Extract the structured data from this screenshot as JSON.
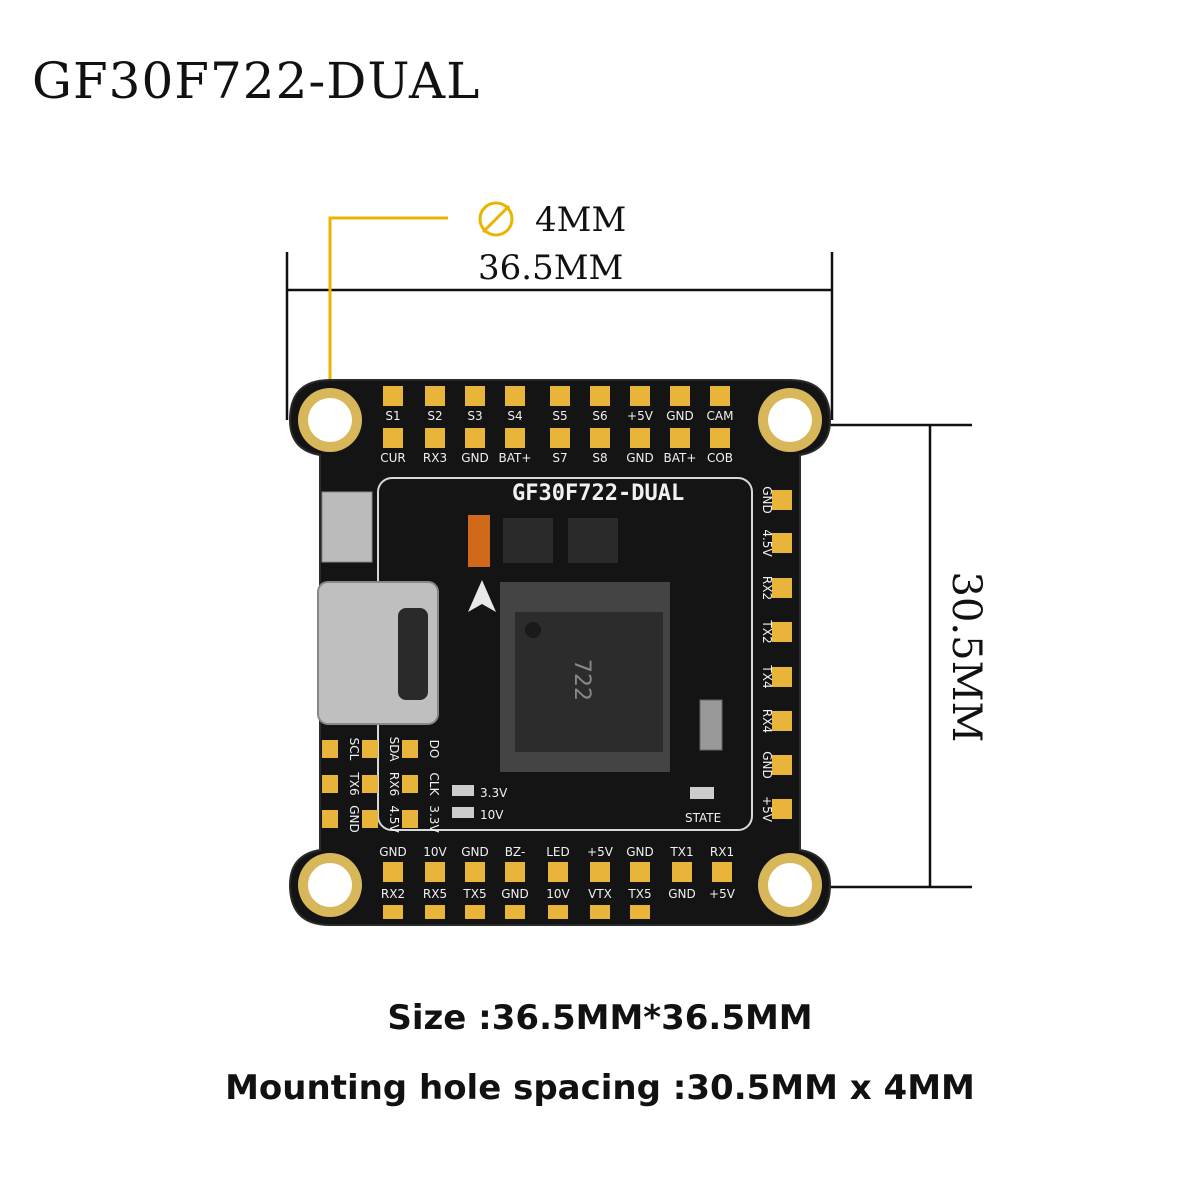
{
  "title": "GF30F722-DUAL",
  "dimensions": {
    "hole_diameter": "4MM",
    "width": "36.5MM",
    "height": "30.5MM"
  },
  "board": {
    "silkscreen_title": "GF30F722-DUAL",
    "chip_text": "722",
    "top_labels": [
      "S1",
      "S2",
      "S3",
      "S4",
      "S5",
      "S6",
      "+5V",
      "GND",
      "CAM"
    ],
    "top_labels_row2": [
      "CUR",
      "RX3",
      "GND",
      "BAT+",
      "S7",
      "S8",
      "GND",
      "BAT+",
      "COB"
    ],
    "right_labels": [
      "GND",
      "4.5V",
      "RX2",
      "TX2",
      "TX4",
      "RX4",
      "GND",
      "+5V"
    ],
    "bottom_labels": [
      "GND",
      "10V",
      "GND",
      "BZ-",
      "LED",
      "+5V",
      "GND",
      "TX1",
      "RX1"
    ],
    "bottom_labels_row2": [
      "RX2",
      "RX5",
      "TX5",
      "GND",
      "10V",
      "VTX",
      "TX5",
      "GND",
      "+5V"
    ],
    "left_labels_col1": [
      "SCL",
      "TX6",
      "GND"
    ],
    "left_labels_col2": [
      "SDA",
      "RX6",
      "4.5V"
    ],
    "left_labels_col3": [
      "DO",
      "CLK",
      "3.3V"
    ],
    "led_labels": [
      "3.3V",
      "10V"
    ],
    "state_label": "STATE"
  },
  "specs": {
    "size": "Size :36.5MM*36.5MM",
    "spacing": "Mounting hole spacing :30.5MM x 4MM"
  }
}
